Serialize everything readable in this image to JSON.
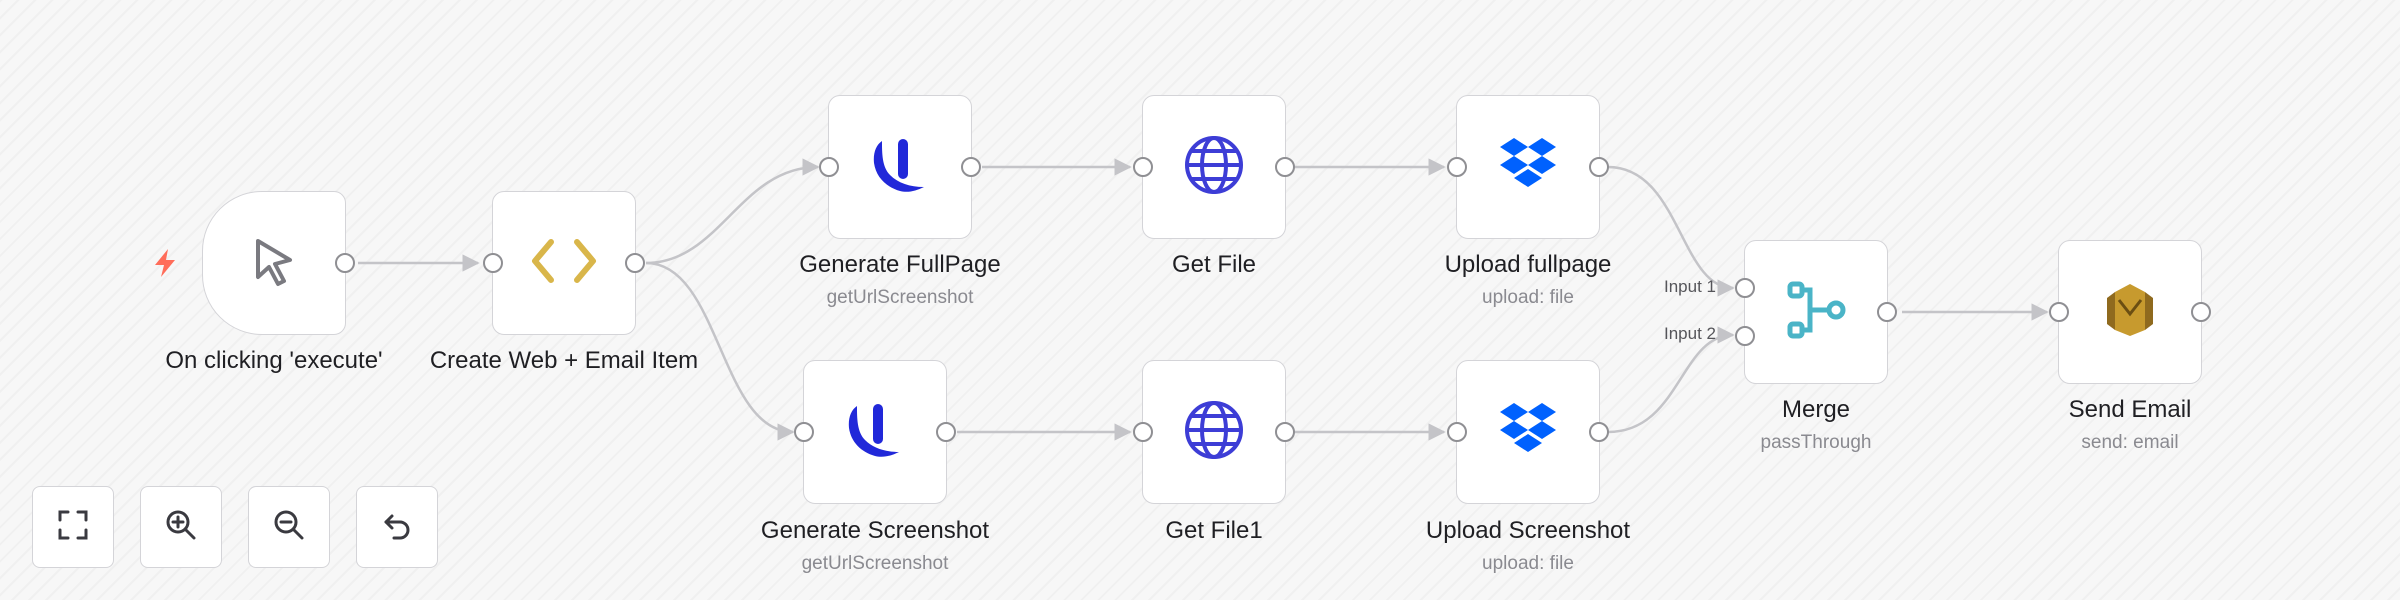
{
  "nodes": {
    "trigger": {
      "label": "On clicking 'execute'"
    },
    "code": {
      "label": "Create Web + Email Item"
    },
    "gen_full": {
      "label": "Generate FullPage",
      "sub": "getUrlScreenshot"
    },
    "get_file": {
      "label": "Get File"
    },
    "upload_full": {
      "label": "Upload fullpage",
      "sub": "upload: file"
    },
    "gen_shot": {
      "label": "Generate Screenshot",
      "sub": "getUrlScreenshot"
    },
    "get_file1": {
      "label": "Get File1"
    },
    "upload_shot": {
      "label": "Upload Screenshot",
      "sub": "upload: file"
    },
    "merge": {
      "label": "Merge",
      "sub": "passThrough",
      "input1": "Input 1",
      "input2": "Input 2"
    },
    "send_email": {
      "label": "Send Email",
      "sub": "send: email"
    }
  },
  "controls": [
    "fit-view",
    "zoom-in",
    "zoom-out",
    "reset-zoom"
  ],
  "colors": {
    "trigger_bolt": "#ff6d5a",
    "code_icon": "#d9b64a",
    "api_icon": "#2128d9",
    "globe_icon": "#3d3dd6",
    "dropbox_icon": "#0061fe",
    "merge_icon": "#4ab4c7",
    "ses_icon": "#c79a2e",
    "edge": "#c4c4c8"
  }
}
